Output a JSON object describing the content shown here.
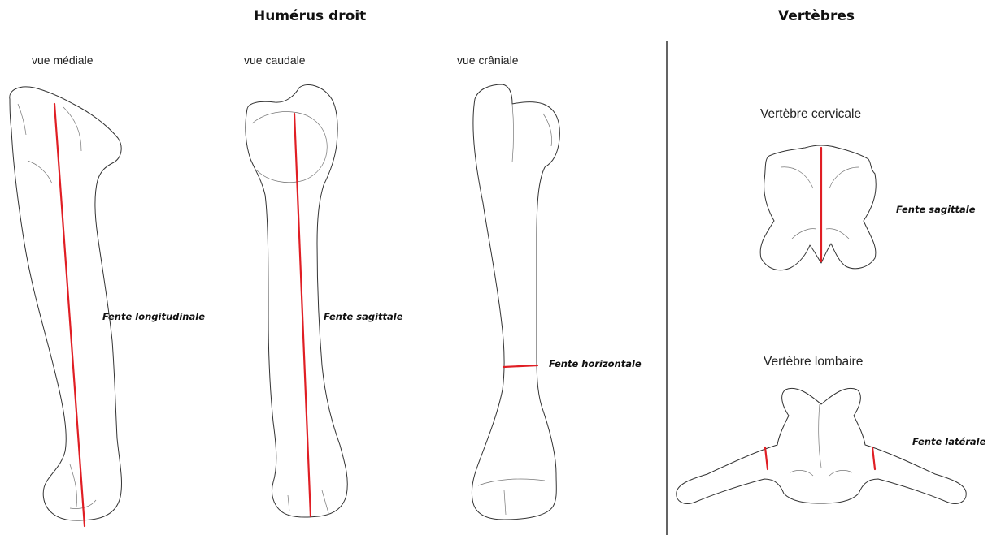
{
  "titles": {
    "humerus": "Humérus droit",
    "vertebrae": "Vertèbres"
  },
  "views": {
    "medial": "vue médiale",
    "caudal": "vue caudale",
    "cranial": "vue crâniale"
  },
  "vertebra_titles": {
    "cervical": "Vertèbre cervicale",
    "lumbar": "Vertèbre lombaire"
  },
  "fracture_labels": {
    "longitudinal": "Fente longitudinale",
    "sagittal_humerus": "Fente sagittale",
    "horizontal": "Fente horizontale",
    "sagittal_vertebra": "Fente sagittale",
    "lateral": "Fente latérale"
  },
  "colors": {
    "fracture_line": "#e01e24",
    "outline": "#333333"
  }
}
